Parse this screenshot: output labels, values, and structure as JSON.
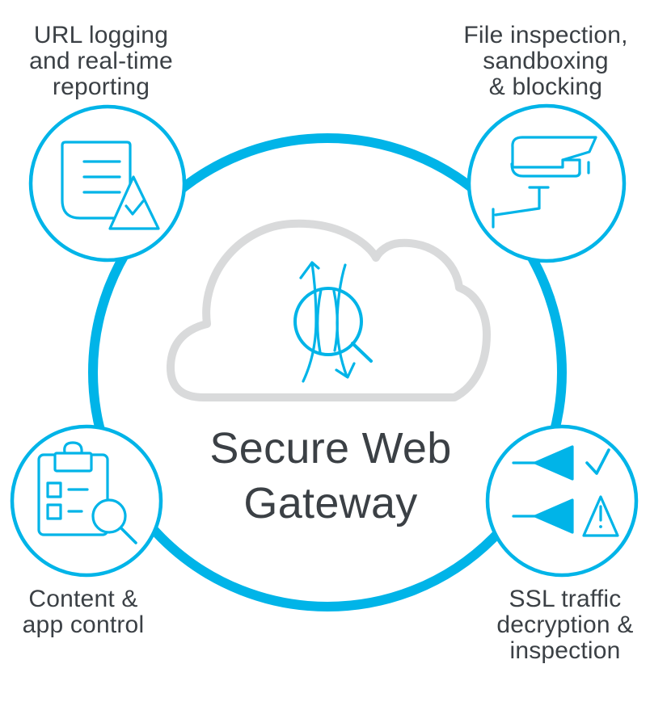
{
  "title": {
    "lines": [
      "Secure Web",
      "Gateway"
    ]
  },
  "features": {
    "top_left": {
      "lines": [
        "URL logging",
        "and real-time",
        "reporting"
      ],
      "icon": "report-check-icon"
    },
    "top_right": {
      "lines": [
        "File inspection,",
        "sandboxing",
        "& blocking"
      ],
      "icon": "security-camera-icon"
    },
    "bottom_left": {
      "lines": [
        "Content &",
        "app control"
      ],
      "icon": "clipboard-checklist-magnifier-icon"
    },
    "bottom_right": {
      "lines": [
        "SSL traffic",
        "decryption &",
        "inspection"
      ],
      "icon": "traffic-check-warning-icon"
    }
  },
  "center": {
    "icon": "cloud-web-traffic-inspection-icon"
  },
  "colors": {
    "accent_blue": "#00b4e8",
    "cloud_gray": "#d9dadb",
    "text_dark": "#3b4045",
    "background": "#ffffff"
  }
}
